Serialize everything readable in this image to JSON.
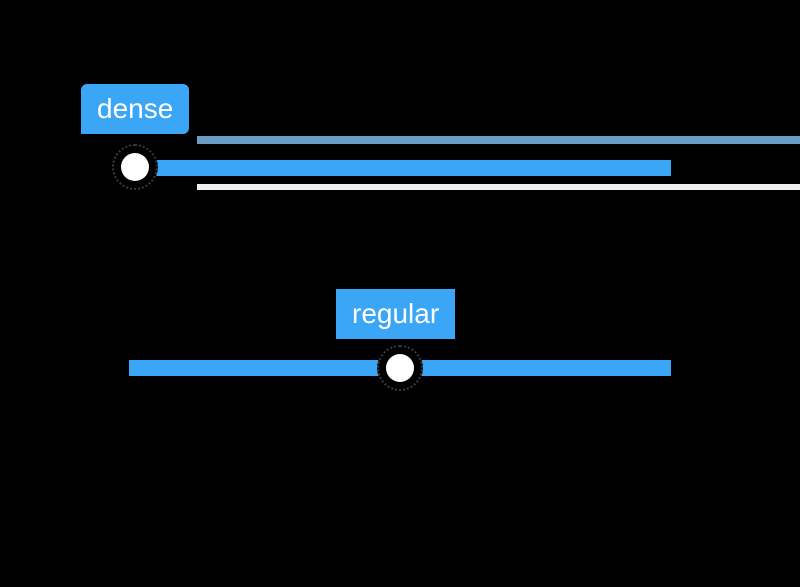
{
  "colors": {
    "accent": "#3aa6f5",
    "thumb": "#ffffff",
    "background": "#000000"
  },
  "sliders": [
    {
      "tooltip": "dense",
      "value_fraction": 0.0
    },
    {
      "tooltip": "regular",
      "value_fraction": 0.5
    }
  ]
}
